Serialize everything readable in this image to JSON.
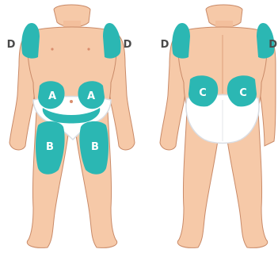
{
  "colors": {
    "skin": "#f6c9a8",
    "skin_shade": "#e9a883",
    "outline": "#c98a68",
    "zone": "#2bb7b3",
    "diaper": "#ffffff",
    "diaper_shade": "#d9dde3",
    "label_dark": "#4a4a4a",
    "label_light": "#ffffff"
  },
  "front_view": {
    "labels": {
      "d_left": "D",
      "d_right": "D",
      "a_left": "A",
      "a_right": "A",
      "b_left": "B",
      "b_right": "B"
    }
  },
  "back_view": {
    "labels": {
      "d_left": "D",
      "d_right": "D",
      "c_left": "C",
      "c_right": "C"
    }
  }
}
